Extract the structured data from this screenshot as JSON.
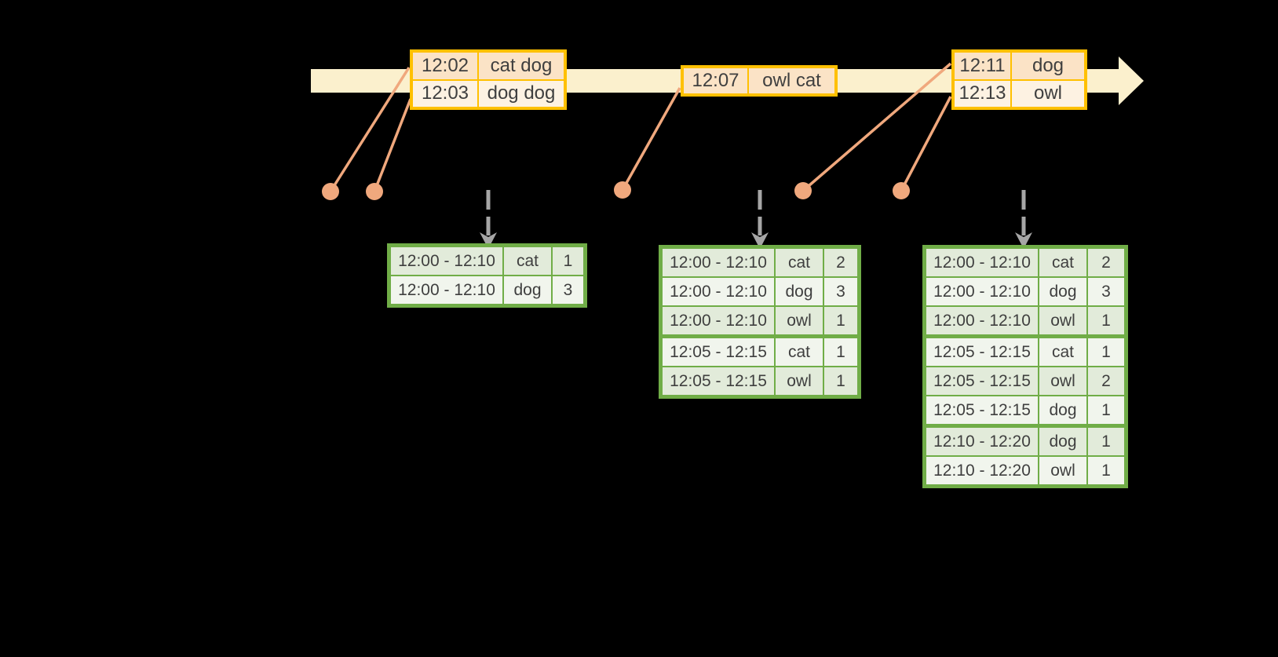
{
  "colors": {
    "background": "#000000",
    "text": "#3F3F3F",
    "band": "#FBF0CD",
    "orange_border": "#FFC000",
    "peach_fill": "#FBE3C6",
    "cream_fill": "#FDF2E2",
    "salmon": "#F0A87D",
    "green_border": "#70AD47",
    "sage_fill": "#E2EBDA",
    "pale_fill": "#F1F5ED",
    "arrow_gray": "#A6A6A6"
  },
  "event_tables": [
    {
      "rows": [
        {
          "time": "12:02",
          "words": "cat dog"
        },
        {
          "time": "12:03",
          "words": "dog dog"
        }
      ]
    },
    {
      "rows": [
        {
          "time": "12:07",
          "words": "owl cat"
        }
      ]
    },
    {
      "rows": [
        {
          "time": "12:11",
          "words": "dog"
        },
        {
          "time": "12:13",
          "words": "owl"
        }
      ]
    }
  ],
  "result_tables": [
    {
      "rows": [
        {
          "window": "12:00 - 12:10",
          "word": "cat",
          "count": "1"
        },
        {
          "window": "12:00 - 12:10",
          "word": "dog",
          "count": "3"
        }
      ]
    },
    {
      "rows": [
        {
          "window": "12:00 - 12:10",
          "word": "cat",
          "count": "2"
        },
        {
          "window": "12:00 - 12:10",
          "word": "dog",
          "count": "3"
        },
        {
          "window": "12:00 - 12:10",
          "word": "owl",
          "count": "1"
        },
        {
          "window": "12:05 - 12:15",
          "word": "cat",
          "count": "1"
        },
        {
          "window": "12:05 - 12:15",
          "word": "owl",
          "count": "1"
        }
      ]
    },
    {
      "rows": [
        {
          "window": "12:00 - 12:10",
          "word": "cat",
          "count": "2"
        },
        {
          "window": "12:00 - 12:10",
          "word": "dog",
          "count": "3"
        },
        {
          "window": "12:00 - 12:10",
          "word": "owl",
          "count": "1"
        },
        {
          "window": "12:05 - 12:15",
          "word": "cat",
          "count": "1"
        },
        {
          "window": "12:05 - 12:15",
          "word": "owl",
          "count": "2"
        },
        {
          "window": "12:05 - 12:15",
          "word": "dog",
          "count": "1"
        },
        {
          "window": "12:10 - 12:20",
          "word": "dog",
          "count": "1"
        },
        {
          "window": "12:10 - 12:20",
          "word": "owl",
          "count": "1"
        }
      ]
    }
  ]
}
